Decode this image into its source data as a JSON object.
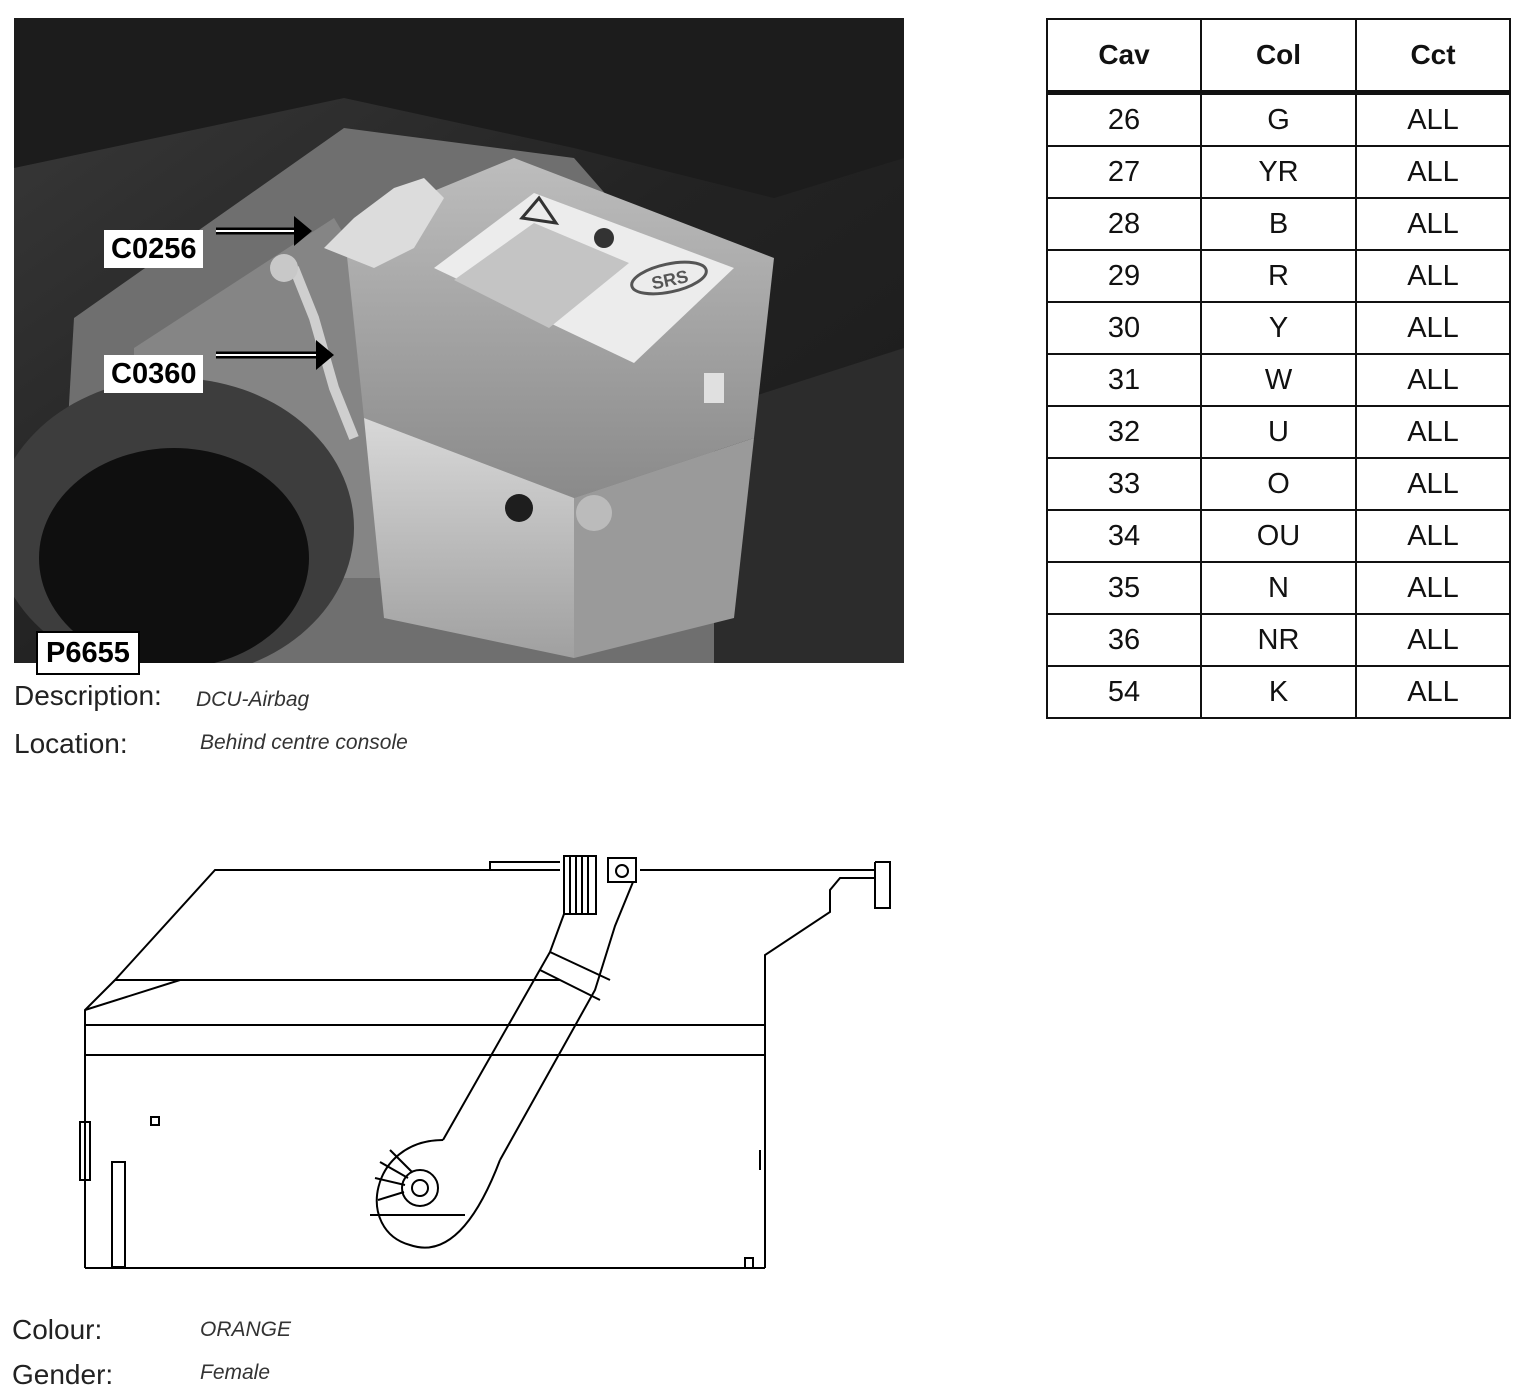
{
  "photo": {
    "callouts": [
      "C0256",
      "C0360"
    ],
    "code": "P6655",
    "label_text": "SRS"
  },
  "info": {
    "description_label": "Description:",
    "description_value": "DCU-Airbag",
    "location_label": "Location:",
    "location_value": "Behind centre console",
    "colour_label": "Colour:",
    "colour_value": "ORANGE",
    "gender_label": "Gender:",
    "gender_value": "Female"
  },
  "table": {
    "headers": [
      "Cav",
      "Col",
      "Cct"
    ],
    "rows": [
      [
        "26",
        "G",
        "ALL"
      ],
      [
        "27",
        "YR",
        "ALL"
      ],
      [
        "28",
        "B",
        "ALL"
      ],
      [
        "29",
        "R",
        "ALL"
      ],
      [
        "30",
        "Y",
        "ALL"
      ],
      [
        "31",
        "W",
        "ALL"
      ],
      [
        "32",
        "U",
        "ALL"
      ],
      [
        "33",
        "O",
        "ALL"
      ],
      [
        "34",
        "OU",
        "ALL"
      ],
      [
        "35",
        "N",
        "ALL"
      ],
      [
        "36",
        "NR",
        "ALL"
      ],
      [
        "54",
        "K",
        "ALL"
      ]
    ]
  }
}
